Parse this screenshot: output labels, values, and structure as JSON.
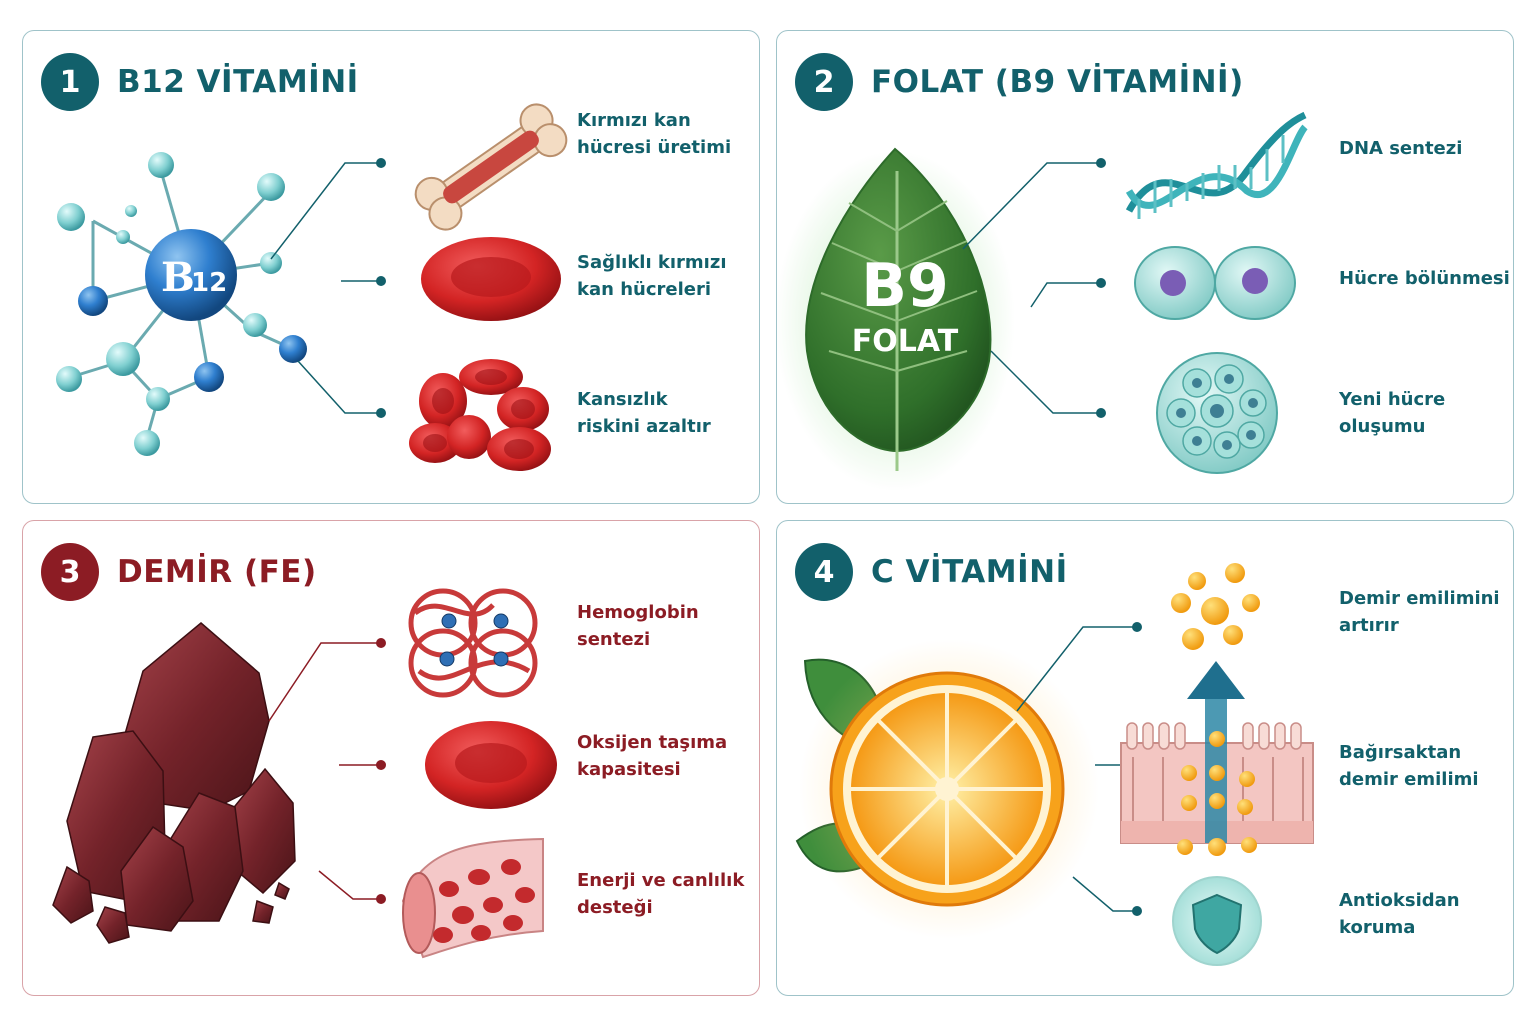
{
  "panels": [
    {
      "number": "1",
      "title": "B12 VİTAMİNİ",
      "badge": {
        "main": "B",
        "sub": "12"
      },
      "items": [
        {
          "line1": "Kırmızı kan",
          "line2": "hücresi üretimi"
        },
        {
          "line1": "Sağlıklı kırmızı",
          "line2": "kan hücreleri"
        },
        {
          "line1": "Kansızlık",
          "line2": "riskini azaltır"
        }
      ]
    },
    {
      "number": "2",
      "title": "FOLAT (B9 VİTAMİNİ)",
      "badge": {
        "main": "B9",
        "sub": "FOLAT"
      },
      "items": [
        {
          "line1": "DNA sentezi",
          "line2": ""
        },
        {
          "line1": "Hücre bölünmesi",
          "line2": ""
        },
        {
          "line1": "Yeni hücre",
          "line2": "oluşumu"
        }
      ]
    },
    {
      "number": "3",
      "title": "DEMİR (FE)",
      "items": [
        {
          "line1": "Hemoglobin",
          "line2": "sentezi"
        },
        {
          "line1": "Oksijen taşıma",
          "line2": "kapasitesi"
        },
        {
          "line1": "Enerji ve canlılık",
          "line2": "desteği"
        }
      ]
    },
    {
      "number": "4",
      "title": "C VİTAMİNİ",
      "items": [
        {
          "line1": "Demir emilimini",
          "line2": "artırır"
        },
        {
          "line1": "Bağırsaktan",
          "line2": "demir emilimi"
        },
        {
          "line1": "Antioksidan",
          "line2": "koruma"
        }
      ]
    }
  ],
  "colors": {
    "teal": "#12606b",
    "maroon": "#8c1c24",
    "teal_border": "#9fc3c9",
    "red_border": "#d9a3a8"
  },
  "icons": [
    "molecule-icon",
    "bone-icon",
    "red-blood-cell-icon",
    "blood-cells-cluster-icon",
    "leaf-icon",
    "dna-helix-icon",
    "cell-division-icon",
    "cell-cluster-icon",
    "iron-crystal-icon",
    "hemoglobin-icon",
    "blood-vessel-icon",
    "orange-slice-icon",
    "vitamin-particles-icon",
    "intestine-icon",
    "shield-icon"
  ]
}
